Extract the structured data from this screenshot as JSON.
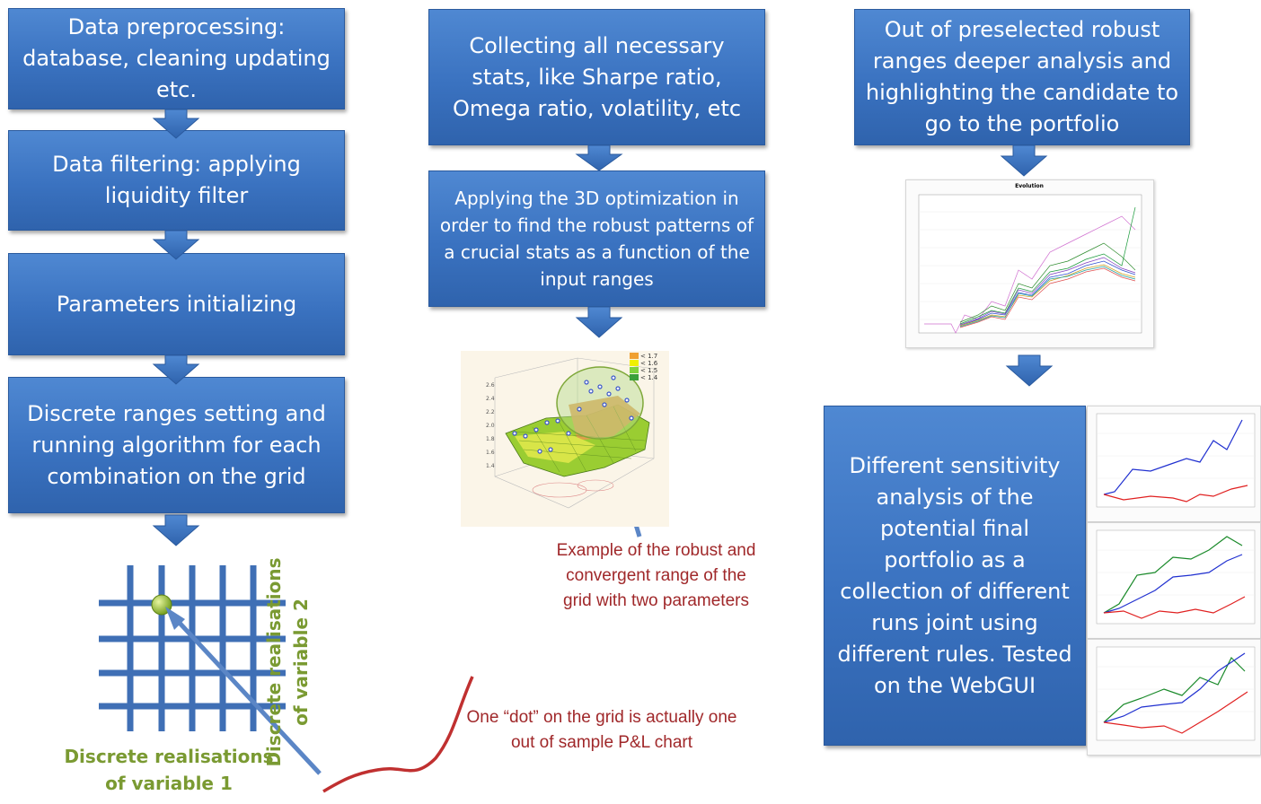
{
  "column1": {
    "step1": "Data preprocessing: database, cleaning updating etc.",
    "step2": "Data filtering: applying liquidity filter",
    "step3": "Parameters initializing",
    "step4": "Discrete ranges setting and running algorithm for each combination on the grid",
    "grid_x_label": "Discrete realisations of variable 1",
    "grid_y_label": "Discrete realisations of variable 2",
    "dot_note": "One “dot” on the grid is actually one out of sample P&L chart"
  },
  "column2": {
    "step1": "Collecting all necessary stats, like Sharpe ratio, Omega ratio, volatility, etc",
    "step2": "Applying the 3D optimization in order to find the robust patterns of a crucial stats as a function of the input ranges",
    "surface_note": "Example of the robust and convergent range of the grid with two parameters",
    "surface_legend": [
      "< 1.7",
      "< 1.6",
      "< 1.5",
      "< 1.4"
    ],
    "surface_legend_colors": [
      "#f0a030",
      "#f0f000",
      "#7fd23c",
      "#3aa03a"
    ]
  },
  "column3": {
    "step1": "Out of preselected robust ranges deeper analysis and highlighting the candidate to go to the portfolio",
    "step2": "Different sensitivity analysis of the potential final portfolio as a collection of different runs joint using different rules. Tested on the WebGUI",
    "evolution_title": "Evolution"
  },
  "colors": {
    "box_blue": "#3a72c0",
    "note_red": "#a0282a",
    "label_green": "#7a9a32"
  }
}
